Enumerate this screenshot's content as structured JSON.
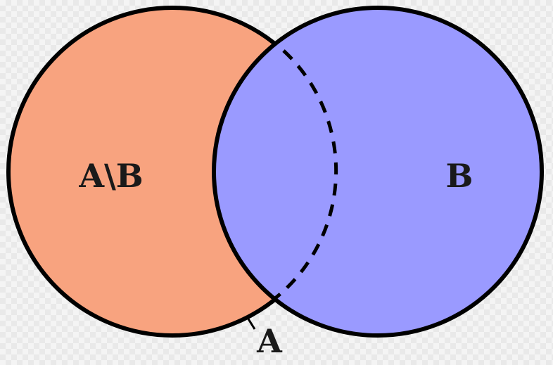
{
  "diagram": {
    "set_difference_label": "A\\B",
    "set_b_label": "B",
    "set_a_label": "A"
  },
  "colors": {
    "set_a_fill": "#f8a37f",
    "set_b_fill": "#9a9aff",
    "outline": "#000000",
    "text": "#1a1a1a"
  }
}
